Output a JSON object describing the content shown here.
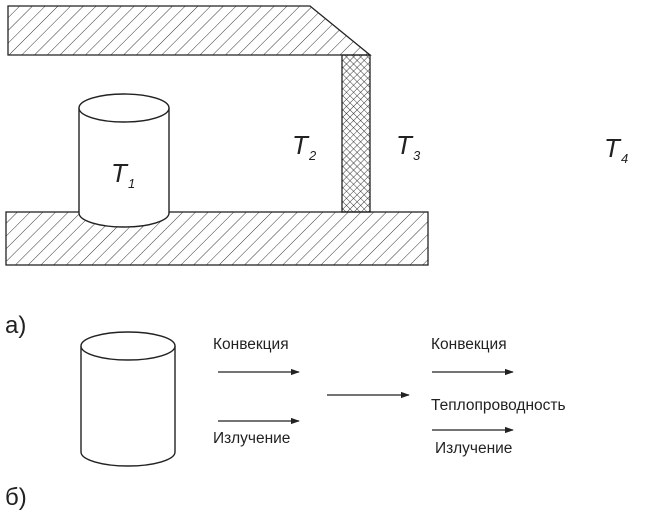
{
  "part_a": {
    "label": "а)",
    "temperatures": [
      {
        "symbol": "T",
        "index": "1"
      },
      {
        "symbol": "T",
        "index": "2"
      },
      {
        "symbol": "T",
        "index": "3"
      },
      {
        "symbol": "T",
        "index": "4"
      }
    ]
  },
  "part_b": {
    "label": "б)",
    "left_group": {
      "top": "Конвекция",
      "bottom": "Излучение"
    },
    "right_group": {
      "top": "Конвекция",
      "middle": "Теплопроводность",
      "bottom": "Излучение"
    }
  }
}
